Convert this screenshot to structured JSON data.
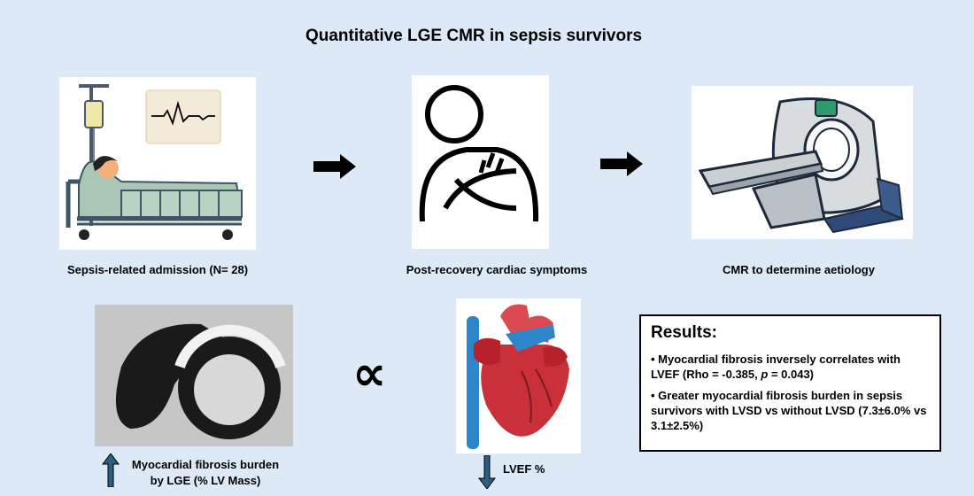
{
  "title": "Quantitative LGE CMR in sepsis survivors",
  "steps": [
    {
      "caption": "Sepsis-related admission (N= 28)",
      "icon": "hospital-bed-icon"
    },
    {
      "caption": "Post-recovery cardiac symptoms",
      "icon": "chest-pain-person-icon"
    },
    {
      "caption": "CMR to determine aetiology",
      "icon": "mri-scanner-icon"
    }
  ],
  "fibrosis": {
    "label_line1": "Myocardial fibrosis burden",
    "label_line2": "by LGE (% LV Mass)",
    "direction": "up"
  },
  "proportional_symbol": "∝",
  "lvef": {
    "label": "LVEF %",
    "direction": "down"
  },
  "results": {
    "title": "Results:",
    "bullet1_pre": "• Myocardial fibrosis inversely correlates with LVEF (Rho = -0.385, ",
    "bullet1_p": "p",
    "bullet1_post": " = 0.043)",
    "bullet2": "• Greater myocardial fibrosis burden in sepsis survivors with LVSD vs without LVSD (7.3±6.0% vs 3.1±2.5%)"
  },
  "colors": {
    "background": "#dde9f6",
    "arrow_blue": "#2b5f7d",
    "heart_red": "#c9303a",
    "vessel_blue": "#2c86c9"
  }
}
